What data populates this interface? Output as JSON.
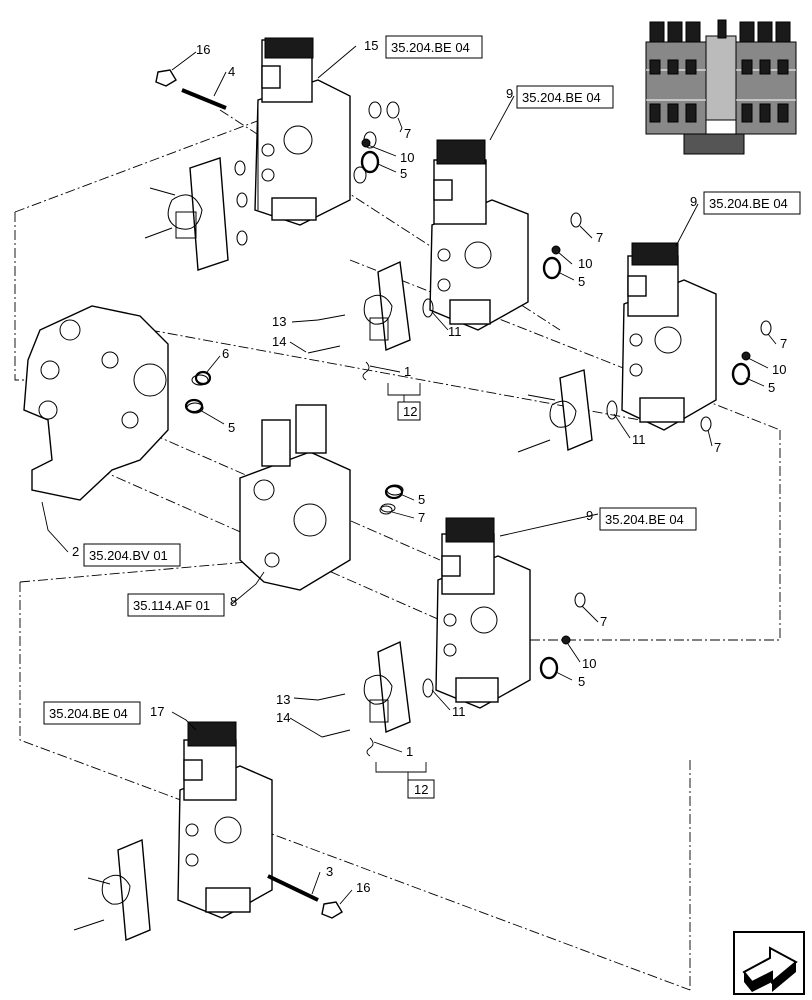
{
  "callouts": {
    "c16_top": "16",
    "c4": "4",
    "c15": "15",
    "c7_a": "7",
    "c10_a": "10",
    "c5_a": "5",
    "c9_a": "9",
    "c7_b": "7",
    "c10_b": "10",
    "c5_b": "5",
    "c9_b": "9",
    "c7_c": "7",
    "c10_c": "10",
    "c5_c": "5",
    "c11_a": "11",
    "c7_d": "7",
    "c11_b": "11",
    "c13_a": "13",
    "c14_a": "14",
    "c1_a": "1",
    "c12_a": "12",
    "c6": "6",
    "c5_d": "5",
    "c5_e": "5",
    "c7_e": "7",
    "c2": "2",
    "c8": "8",
    "c9_c": "9",
    "c7_f": "7",
    "c10_d": "10",
    "c5_f": "5",
    "c11_c": "11",
    "c13_b": "13",
    "c14_b": "14",
    "c1_b": "1",
    "c12_b": "12",
    "c17": "17",
    "c3": "3",
    "c16_bottom": "16"
  },
  "refs": {
    "ref_15": "35.204.BE 04",
    "ref_9a": "35.204.BE 04",
    "ref_9b": "35.204.BE 04",
    "ref_2": "35.204.BV 01",
    "ref_8": "35.114.AF 01",
    "ref_9c": "35.204.BE 04",
    "ref_17": "35.204.BE 04"
  },
  "icons": {
    "nav": "next-page-arrow-icon",
    "thumbnail": "valve-assembly-thumbnail"
  }
}
